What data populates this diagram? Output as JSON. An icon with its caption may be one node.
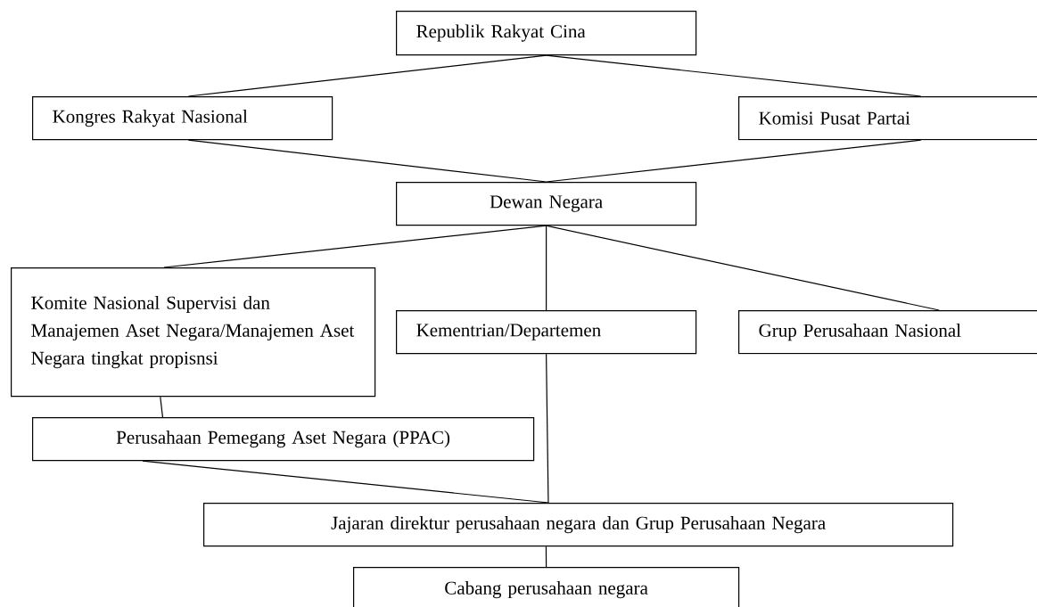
{
  "diagram": {
    "nodes": [
      {
        "text": [
          "Republik Rakyat Cina"
        ]
      },
      {
        "text": [
          "Kongres Rakyat Nasional"
        ]
      },
      {
        "text": [
          "Komisi Pusat Partai"
        ]
      },
      {
        "text": [
          "Dewan Negara"
        ]
      },
      {
        "text": [
          "Komite Nasional Supervisi dan Manajemen Aset Negara/Manajemen Aset Negara tingkat propisnsi"
        ]
      },
      {
        "text": [
          "Kementrian/Departemen"
        ]
      },
      {
        "text": [
          "Grup Perusahaan Nasional"
        ]
      },
      {
        "text": [
          "Perusahaan Pemegang Aset Negara (PPAC)"
        ]
      },
      {
        "text": [
          "Jajaran direktur perusahaan negara dan Grup Perusahaan Negara"
        ]
      },
      {
        "text": [
          "Cabang perusahaan negara"
        ]
      }
    ],
    "edges": [
      {
        "from": 0,
        "to": 1,
        "arrow": "none"
      },
      {
        "from": 0,
        "to": 2,
        "arrow": "none"
      },
      {
        "from": 1,
        "to": 3,
        "arrow": "none"
      },
      {
        "from": 2,
        "to": 3,
        "arrow": "none"
      },
      {
        "from": 3,
        "to": 4,
        "arrow": "none"
      },
      {
        "from": 3,
        "to": 5,
        "arrow": "none"
      },
      {
        "from": 3,
        "to": 6,
        "arrow": "none"
      },
      {
        "from": 4,
        "to": 7,
        "arrow": "none"
      },
      {
        "from": 7,
        "to": 8,
        "arrow": "none"
      },
      {
        "from": 5,
        "to": 8,
        "arrow": "none"
      },
      {
        "from": 8,
        "to": 9,
        "arrow": "none"
      }
    ]
  }
}
